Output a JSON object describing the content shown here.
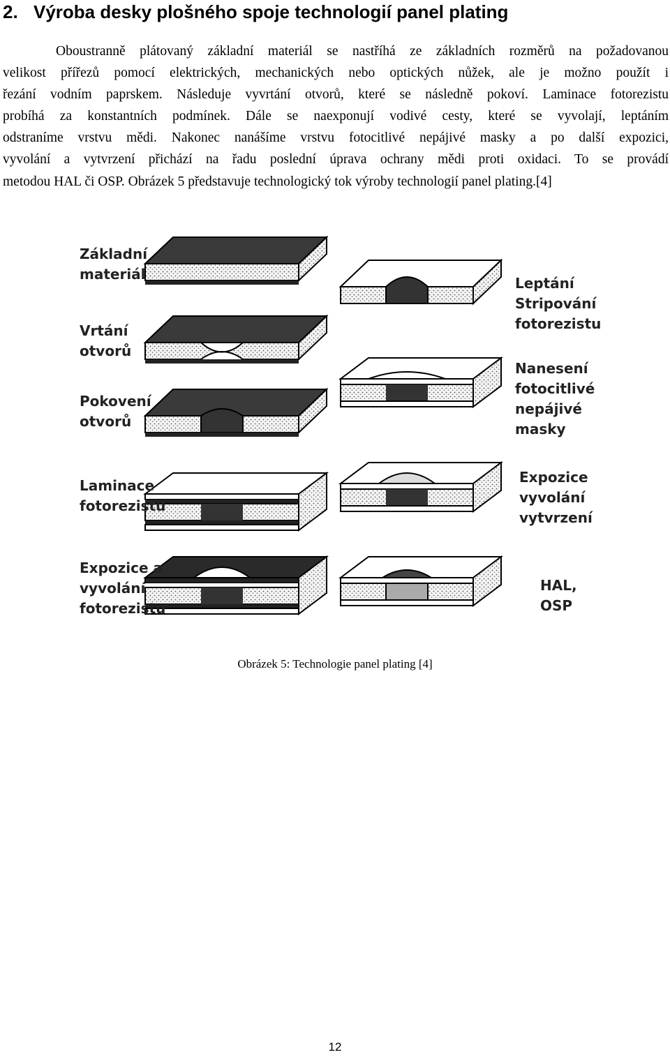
{
  "heading": {
    "number": "2.",
    "title": "Výroba desky plošného spoje technologií panel plating"
  },
  "paragraph_lines": [
    "Oboustranně plátovaný základní materiál se nastříhá ze základních rozměrů na požadovanou",
    "velikost přířezů pomocí elektrických, mechanických nebo optických nůžek, ale je možno použít i",
    "řezání vodním paprskem. Následuje vyvrtání otvorů, které se následně pokoví. Laminace fotorezistu",
    "probíhá za konstantních podmínek. Dále se naexponují vodivé cesty, které se vyvolají, leptáním",
    "odstraníme vrstvu mědi. Nakonec nanášíme vrstvu fotocitlivé nepájivé masky a po další expozici,",
    "vyvolání a vytvrzení přichází na řadu poslední úprava ochrany mědi proti oxidaci. To se provádí",
    "metodou HAL či OSP. Obrázek 5 představuje technologický tok výroby technologií panel plating.[4]"
  ],
  "figure": {
    "left_steps": [
      {
        "lines": [
          "Základní",
          "materiál"
        ]
      },
      {
        "lines": [
          "Vrtání",
          "otvorů"
        ]
      },
      {
        "lines": [
          "Pokovení",
          "otvorů"
        ]
      },
      {
        "lines": [
          "Laminace",
          "fotorezistu"
        ]
      },
      {
        "lines": [
          "Expozice a",
          "vyvolání",
          "fotorezistu"
        ]
      }
    ],
    "right_steps": [
      {
        "lines": [
          "Leptání",
          "Stripování",
          "fotorezistu"
        ]
      },
      {
        "lines": [
          "Nanesení",
          "fotocitlivé",
          "nepájivé",
          "masky"
        ]
      },
      {
        "lines": [
          "Expozice",
          "vyvolání",
          "vytvrzení"
        ]
      },
      {
        "lines": [
          "HAL,",
          "OSP"
        ]
      }
    ]
  },
  "caption": "Obrázek 5: Technologie panel plating [4]",
  "page_number": "12"
}
